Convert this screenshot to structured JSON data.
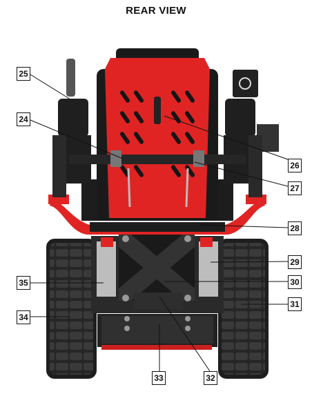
{
  "title": "REAR VIEW",
  "colors": {
    "body_red": "#e02424",
    "dark_red": "#a31414",
    "frame_black": "#1c1c1c",
    "track_black": "#242424",
    "metal_gray": "#9a9a9a"
  },
  "callouts": [
    {
      "id": "25",
      "text": "25"
    },
    {
      "id": "24",
      "text": "24"
    },
    {
      "id": "26",
      "text": "26"
    },
    {
      "id": "27",
      "text": "27"
    },
    {
      "id": "28",
      "text": "28"
    },
    {
      "id": "29",
      "text": "29"
    },
    {
      "id": "30",
      "text": "30"
    },
    {
      "id": "35",
      "text": "35"
    },
    {
      "id": "31",
      "text": "31"
    },
    {
      "id": "34",
      "text": "34"
    },
    {
      "id": "33",
      "text": "33"
    },
    {
      "id": "32",
      "text": "32"
    }
  ]
}
